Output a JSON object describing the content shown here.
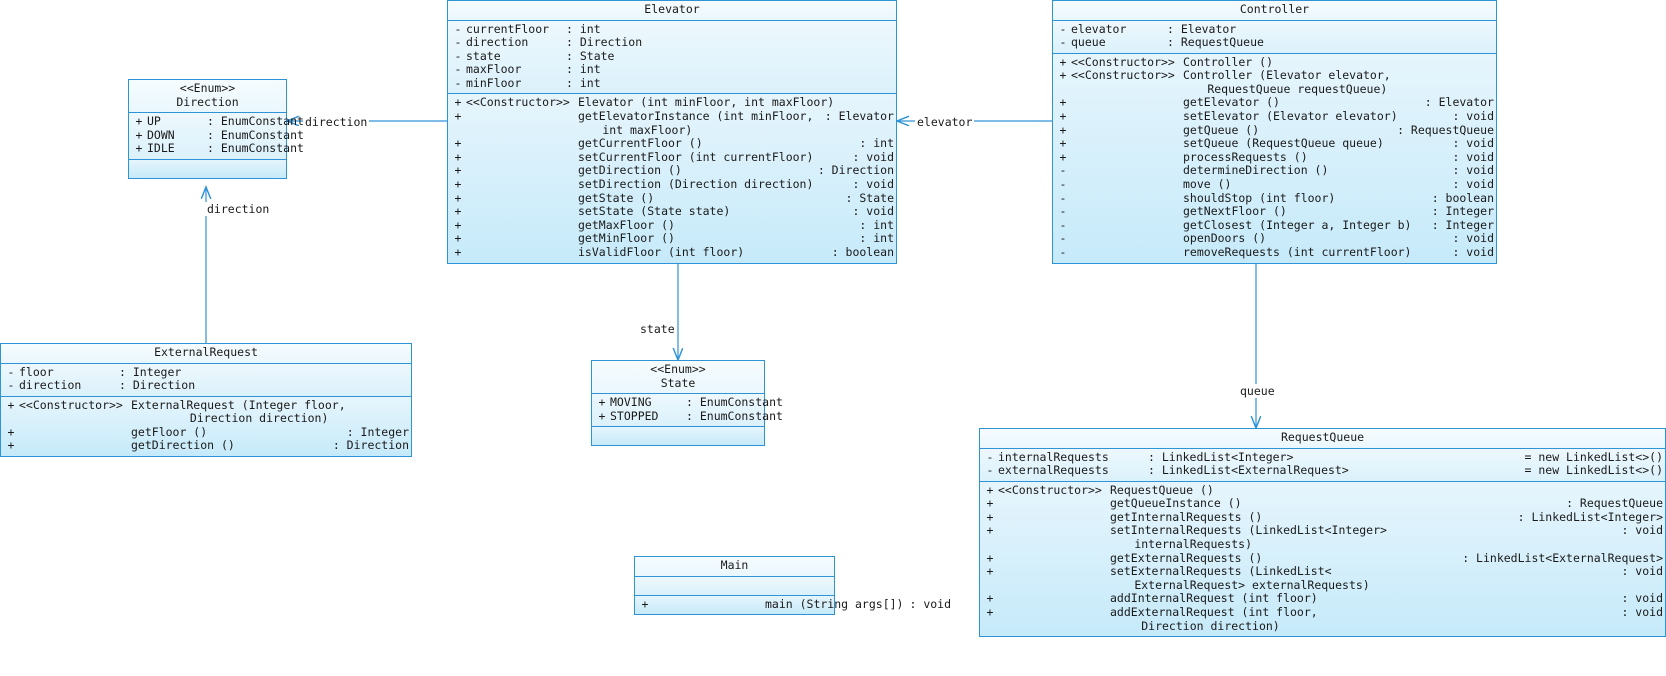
{
  "diagram": {
    "type": "uml-class-diagram",
    "accent_color": "#2f93d8",
    "fill_top": "#f2fafe",
    "fill_bottom": "#c9ebfb",
    "background": "#ffffff"
  },
  "classes": {
    "elevator": {
      "name": "Elevator",
      "attributes": [
        {
          "vis": "-",
          "name": "currentFloor",
          "type": ": int"
        },
        {
          "vis": "-",
          "name": "direction",
          "type": ": Direction"
        },
        {
          "vis": "-",
          "name": "state",
          "type": ": State"
        },
        {
          "vis": "-",
          "name": "maxFloor",
          "type": ": int"
        },
        {
          "vis": "-",
          "name": "minFloor",
          "type": ": int"
        }
      ],
      "methods": [
        {
          "vis": "+",
          "stereo": "<<Constructor>>",
          "name": "Elevator (int minFloor, int maxFloor)",
          "ret": ""
        },
        {
          "vis": "+",
          "stereo": "",
          "name": "getElevatorInstance (int minFloor,",
          "ret": ": Elevator",
          "cont": " int maxFloor)"
        },
        {
          "vis": "+",
          "stereo": "",
          "name": "getCurrentFloor ()",
          "ret": ": int"
        },
        {
          "vis": "+",
          "stereo": "",
          "name": "setCurrentFloor (int currentFloor)",
          "ret": ": void"
        },
        {
          "vis": "+",
          "stereo": "",
          "name": "getDirection ()",
          "ret": ": Direction"
        },
        {
          "vis": "+",
          "stereo": "",
          "name": "setDirection (Direction direction)",
          "ret": ": void"
        },
        {
          "vis": "+",
          "stereo": "",
          "name": "getState ()",
          "ret": ": State"
        },
        {
          "vis": "+",
          "stereo": "",
          "name": "setState (State state)",
          "ret": ": void"
        },
        {
          "vis": "+",
          "stereo": "",
          "name": "getMaxFloor ()",
          "ret": ": int"
        },
        {
          "vis": "+",
          "stereo": "",
          "name": "getMinFloor ()",
          "ret": ": int"
        },
        {
          "vis": "+",
          "stereo": "",
          "name": "isValidFloor (int floor)",
          "ret": ": boolean"
        }
      ]
    },
    "controller": {
      "name": "Controller",
      "attributes": [
        {
          "vis": "-",
          "name": "elevator",
          "type": ": Elevator"
        },
        {
          "vis": "-",
          "name": "queue",
          "type": ": RequestQueue"
        }
      ],
      "methods": [
        {
          "vis": "+",
          "stereo": "<<Constructor>>",
          "name": "Controller ()",
          "ret": ""
        },
        {
          "vis": "+",
          "stereo": "<<Constructor>>",
          "name": "Controller (Elevator elevator,",
          "ret": "",
          "cont": " RequestQueue requestQueue)"
        },
        {
          "vis": "+",
          "stereo": "",
          "name": "getElevator ()",
          "ret": ": Elevator"
        },
        {
          "vis": "+",
          "stereo": "",
          "name": "setElevator (Elevator elevator)",
          "ret": ": void"
        },
        {
          "vis": "+",
          "stereo": "",
          "name": "getQueue ()",
          "ret": ": RequestQueue"
        },
        {
          "vis": "+",
          "stereo": "",
          "name": "setQueue (RequestQueue queue)",
          "ret": ": void"
        },
        {
          "vis": "+",
          "stereo": "",
          "name": "processRequests ()",
          "ret": ": void"
        },
        {
          "vis": "-",
          "stereo": "",
          "name": "determineDirection ()",
          "ret": ": void"
        },
        {
          "vis": "-",
          "stereo": "",
          "name": "move ()",
          "ret": ": void"
        },
        {
          "vis": "-",
          "stereo": "",
          "name": "shouldStop (int floor)",
          "ret": ": boolean"
        },
        {
          "vis": "-",
          "stereo": "",
          "name": "getNextFloor ()",
          "ret": ": Integer"
        },
        {
          "vis": "-",
          "stereo": "",
          "name": "getClosest (Integer a, Integer b)",
          "ret": ": Integer"
        },
        {
          "vis": "-",
          "stereo": "",
          "name": "openDoors ()",
          "ret": ": void"
        },
        {
          "vis": "-",
          "stereo": "",
          "name": "removeRequests (int currentFloor)",
          "ret": ": void"
        }
      ]
    },
    "direction": {
      "stereotype": "<<Enum>>",
      "name": "Direction",
      "attributes": [
        {
          "vis": "+",
          "name": "UP",
          "type": ": EnumConstant"
        },
        {
          "vis": "+",
          "name": "DOWN",
          "type": ": EnumConstant"
        },
        {
          "vis": "+",
          "name": "IDLE",
          "type": ": EnumConstant"
        }
      ],
      "methods": []
    },
    "state": {
      "stereotype": "<<Enum>>",
      "name": "State",
      "attributes": [
        {
          "vis": "+",
          "name": "MOVING",
          "type": ": EnumConstant"
        },
        {
          "vis": "+",
          "name": "STOPPED",
          "type": ": EnumConstant"
        }
      ],
      "methods": []
    },
    "external_request": {
      "name": "ExternalRequest",
      "attributes": [
        {
          "vis": "-",
          "name": "floor",
          "type": ": Integer"
        },
        {
          "vis": "-",
          "name": "direction",
          "type": ": Direction"
        }
      ],
      "methods": [
        {
          "vis": "+",
          "stereo": "<<Constructor>>",
          "name": "ExternalRequest (Integer floor,",
          "ret": "",
          "cont": "      Direction direction)"
        },
        {
          "vis": "+",
          "stereo": "",
          "name": "getFloor ()",
          "ret": ": Integer"
        },
        {
          "vis": "+",
          "stereo": "",
          "name": "getDirection ()",
          "ret": ": Direction"
        }
      ]
    },
    "request_queue": {
      "name": "RequestQueue",
      "attributes": [
        {
          "vis": "-",
          "name": "internalRequests",
          "type": ": LinkedList<Integer>",
          "init": "= new LinkedList<>()"
        },
        {
          "vis": "-",
          "name": "externalRequests",
          "type": ": LinkedList<ExternalRequest>",
          "init": "= new LinkedList<>()"
        }
      ],
      "methods": [
        {
          "vis": "+",
          "stereo": "<<Constructor>>",
          "name": "RequestQueue ()",
          "ret": ""
        },
        {
          "vis": "+",
          "stereo": "",
          "name": "getQueueInstance ()",
          "ret": ": RequestQueue"
        },
        {
          "vis": "+",
          "stereo": "",
          "name": "getInternalRequests ()",
          "ret": ": LinkedList<Integer>"
        },
        {
          "vis": "+",
          "stereo": "",
          "name": "setInternalRequests (LinkedList<Integer>",
          "ret": ": void",
          "cont": " internalRequests)"
        },
        {
          "vis": "+",
          "stereo": "",
          "name": "getExternalRequests ()",
          "ret": ": LinkedList<ExternalRequest>"
        },
        {
          "vis": "+",
          "stereo": "",
          "name": "setExternalRequests (LinkedList<",
          "ret": ": void",
          "cont": " ExternalRequest> externalRequests)"
        },
        {
          "vis": "+",
          "stereo": "",
          "name": "addInternalRequest (int floor)",
          "ret": ": void"
        },
        {
          "vis": "+",
          "stereo": "",
          "name": "addExternalRequest (int floor,",
          "ret": ": void",
          "cont": "  Direction direction)"
        }
      ]
    },
    "main": {
      "name": "Main",
      "attributes": [],
      "methods": [
        {
          "vis": "+",
          "stereo": "",
          "name": "main (String args[])",
          "ret": ": void"
        }
      ]
    }
  },
  "edge_labels": {
    "direction_elevator": "direction",
    "direction_external": "direction",
    "elevator_controller": "elevator",
    "state_elevator": "state",
    "queue_controller": "queue"
  }
}
